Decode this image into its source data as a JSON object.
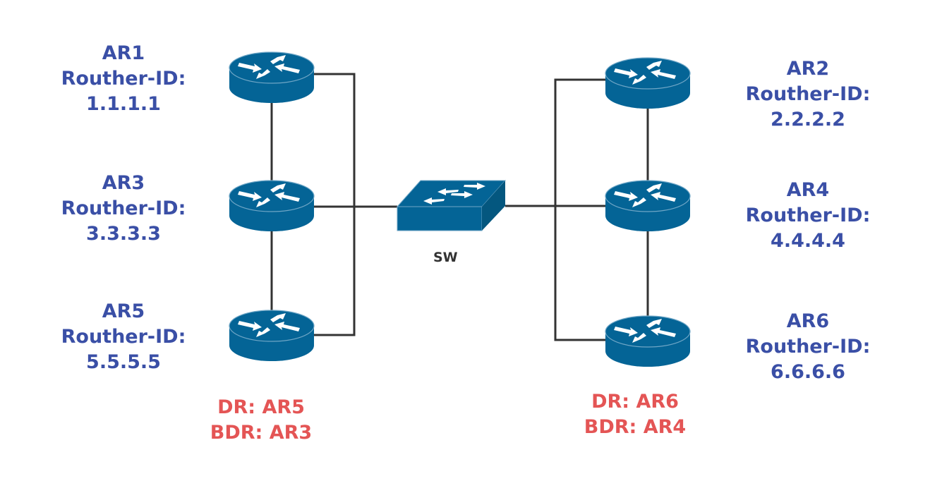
{
  "diagram": {
    "colors": {
      "device": "#046496",
      "router_label": "#3a4fa6",
      "dr_label": "#e45555",
      "link": "#333333"
    },
    "switch": {
      "name": "SW"
    },
    "routers": [
      {
        "id": "AR1",
        "label_line1": "AR1",
        "label_line2": "Routher-ID:",
        "label_line3": "1.1.1.1"
      },
      {
        "id": "AR2",
        "label_line1": "AR2",
        "label_line2": "Routher-ID:",
        "label_line3": "2.2.2.2"
      },
      {
        "id": "AR3",
        "label_line1": "AR3",
        "label_line2": "Routher-ID:",
        "label_line3": "3.3.3.3"
      },
      {
        "id": "AR4",
        "label_line1": "AR4",
        "label_line2": "Routher-ID:",
        "label_line3": "4.4.4.4"
      },
      {
        "id": "AR5",
        "label_line1": "AR5",
        "label_line2": "Routher-ID:",
        "label_line3": "5.5.5.5"
      },
      {
        "id": "AR6",
        "label_line1": "AR6",
        "label_line2": "Routher-ID:",
        "label_line3": "6.6.6.6"
      }
    ],
    "elections": {
      "left": {
        "dr": "DR: AR5",
        "bdr": "BDR: AR3"
      },
      "right": {
        "dr": "DR: AR6",
        "bdr": "BDR: AR4"
      }
    }
  }
}
